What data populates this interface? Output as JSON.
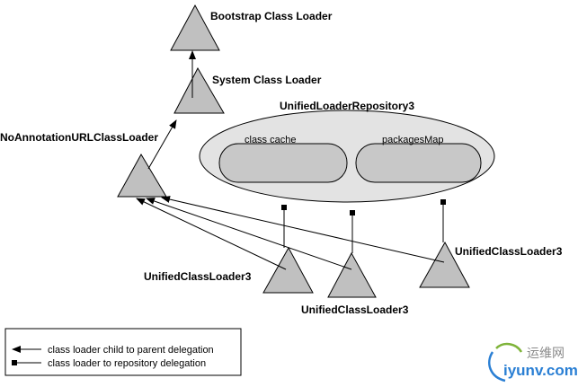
{
  "nodes": {
    "bootstrap": "Bootstrap Class Loader",
    "system": "System Class Loader",
    "noannotation": "NoAnnotationURLClassLoader",
    "repository": "UnifiedLoaderRepository3",
    "class_cache": "class cache",
    "packages_map": "packagesMap",
    "ucl_left": "UnifiedClassLoader3",
    "ucl_middle": "UnifiedClassLoader3",
    "ucl_right": "UnifiedClassLoader3"
  },
  "legend": {
    "items": [
      {
        "label": "class loader child to parent delegation",
        "marker": "arrow"
      },
      {
        "label": "class loader to repository delegation",
        "marker": "square"
      }
    ]
  },
  "watermark": {
    "text_cn": "运维网",
    "url": "iyunv.com"
  },
  "colors": {
    "shape_fill": "#c0c0c0",
    "repository_fill": "#e3e3e3",
    "line": "#000000",
    "watermark_blue": "#2a7fd4"
  }
}
